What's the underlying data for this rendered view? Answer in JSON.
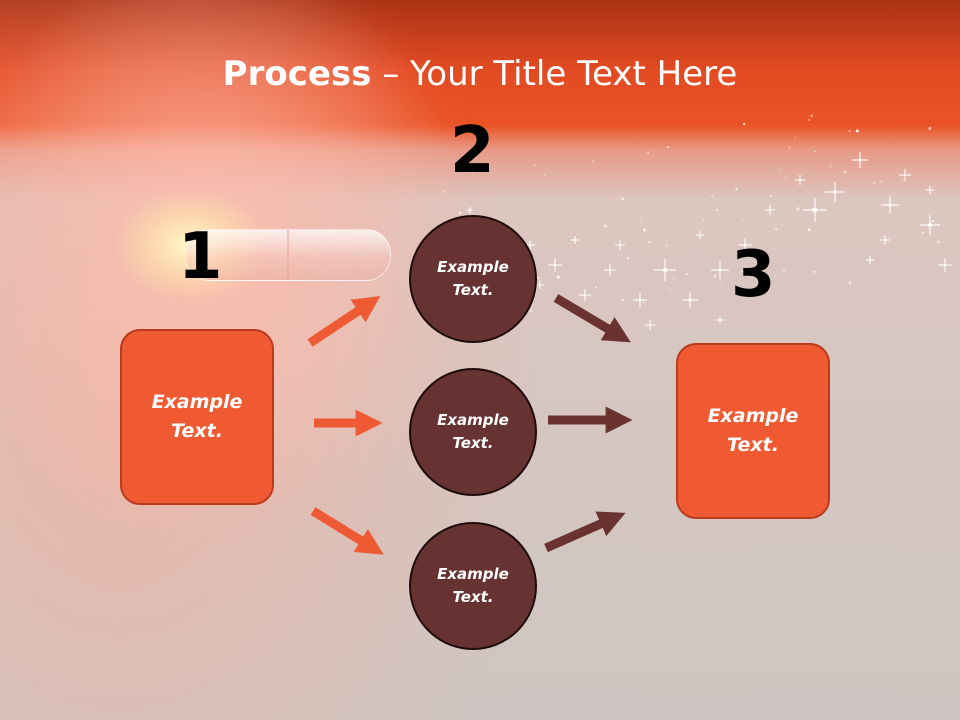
{
  "title": {
    "bold": "Process",
    "sep": " – ",
    "rest": "Your Title Text Here"
  },
  "numbers": [
    "1",
    "2",
    "3"
  ],
  "left_box": {
    "line1": "Example",
    "line2": "Text."
  },
  "right_box": {
    "line1": "Example",
    "line2": "Text."
  },
  "circles": [
    {
      "line1": "Example",
      "line2": "Text."
    },
    {
      "line1": "Example",
      "line2": "Text."
    },
    {
      "line1": "Example",
      "line2": "Text."
    }
  ],
  "colors": {
    "accent": "#ef5a33",
    "circle": "#663332",
    "arrow_light": "#ee5a33",
    "arrow_dark": "#6a3230"
  }
}
